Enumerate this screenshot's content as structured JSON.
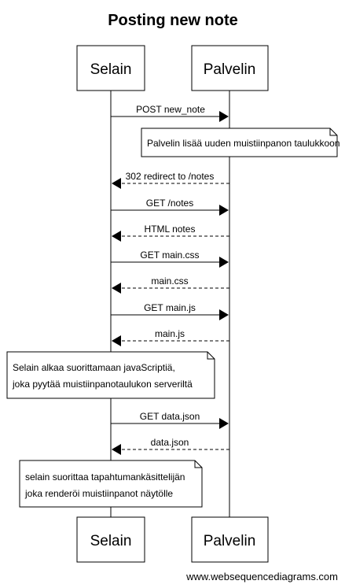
{
  "title": "Posting new note",
  "participants": [
    {
      "id": "selain",
      "label": "Selain"
    },
    {
      "id": "palvelin",
      "label": "Palvelin"
    }
  ],
  "steps": [
    {
      "kind": "message",
      "from": "selain",
      "to": "palvelin",
      "style": "solid",
      "label": "POST new_note"
    },
    {
      "kind": "note",
      "over": "palvelin",
      "lines": [
        "Palvelin lisää uuden muistiinpanon taulukkoon"
      ]
    },
    {
      "kind": "message",
      "from": "palvelin",
      "to": "selain",
      "style": "dashed",
      "label": "302 redirect to /notes"
    },
    {
      "kind": "message",
      "from": "selain",
      "to": "palvelin",
      "style": "solid",
      "label": "GET /notes"
    },
    {
      "kind": "message",
      "from": "palvelin",
      "to": "selain",
      "style": "dashed",
      "label": "HTML notes"
    },
    {
      "kind": "message",
      "from": "selain",
      "to": "palvelin",
      "style": "solid",
      "label": "GET main.css"
    },
    {
      "kind": "message",
      "from": "palvelin",
      "to": "selain",
      "style": "dashed",
      "label": "main.css"
    },
    {
      "kind": "message",
      "from": "selain",
      "to": "palvelin",
      "style": "solid",
      "label": "GET main.js"
    },
    {
      "kind": "message",
      "from": "palvelin",
      "to": "selain",
      "style": "dashed",
      "label": "main.js"
    },
    {
      "kind": "note",
      "over": "selain",
      "lines": [
        "Selain alkaa suorittamaan javaScriptiä,",
        "joka pyytää muistiinpanotaulukon serveriltä"
      ]
    },
    {
      "kind": "message",
      "from": "selain",
      "to": "palvelin",
      "style": "solid",
      "label": "GET data.json"
    },
    {
      "kind": "message",
      "from": "palvelin",
      "to": "selain",
      "style": "dashed",
      "label": "data.json"
    },
    {
      "kind": "note",
      "over": "selain",
      "lines": [
        "selain suorittaa tapahtumankäsittelijän",
        "joka renderöi muistiinpanot näytölle"
      ]
    }
  ],
  "footer": "www.websequencediagrams.com"
}
